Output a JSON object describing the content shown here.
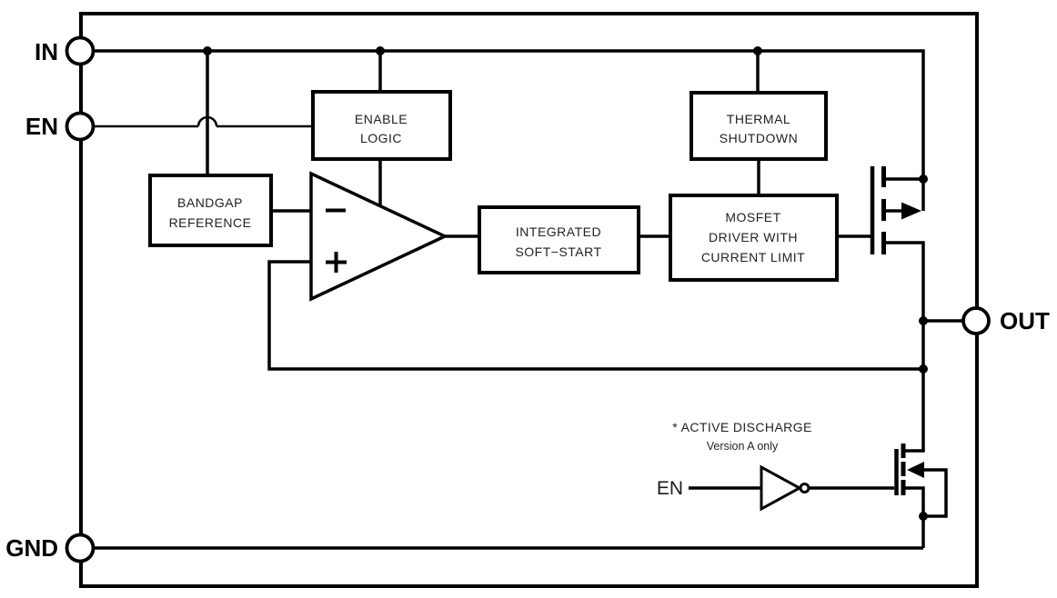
{
  "diagram": {
    "pins": {
      "in": "IN",
      "en": "EN",
      "gnd": "GND",
      "out": "OUT"
    },
    "blocks": {
      "enable_logic": {
        "line1": "ENABLE",
        "line2": "LOGIC"
      },
      "thermal_shutdown": {
        "line1": "THERMAL",
        "line2": "SHUTDOWN"
      },
      "bandgap_reference": {
        "line1": "BANDGAP",
        "line2": "REFERENCE"
      },
      "integrated_soft_start": {
        "line1": "INTEGRATED",
        "line2": "SOFT−START"
      },
      "mosfet_driver": {
        "line1": "MOSFET",
        "line2": "DRIVER WITH",
        "line3": "CURRENT LIMIT"
      }
    },
    "error_amplifier": {
      "inverting_symbol": "−",
      "noninverting_symbol": "+"
    },
    "active_discharge_note": {
      "line1": "* ACTIVE DISCHARGE",
      "line2": "Version A only"
    },
    "discharge_en_label": "EN",
    "colors": {
      "line": "#000000",
      "box_text": "#231f20",
      "background": "#ffffff"
    }
  }
}
